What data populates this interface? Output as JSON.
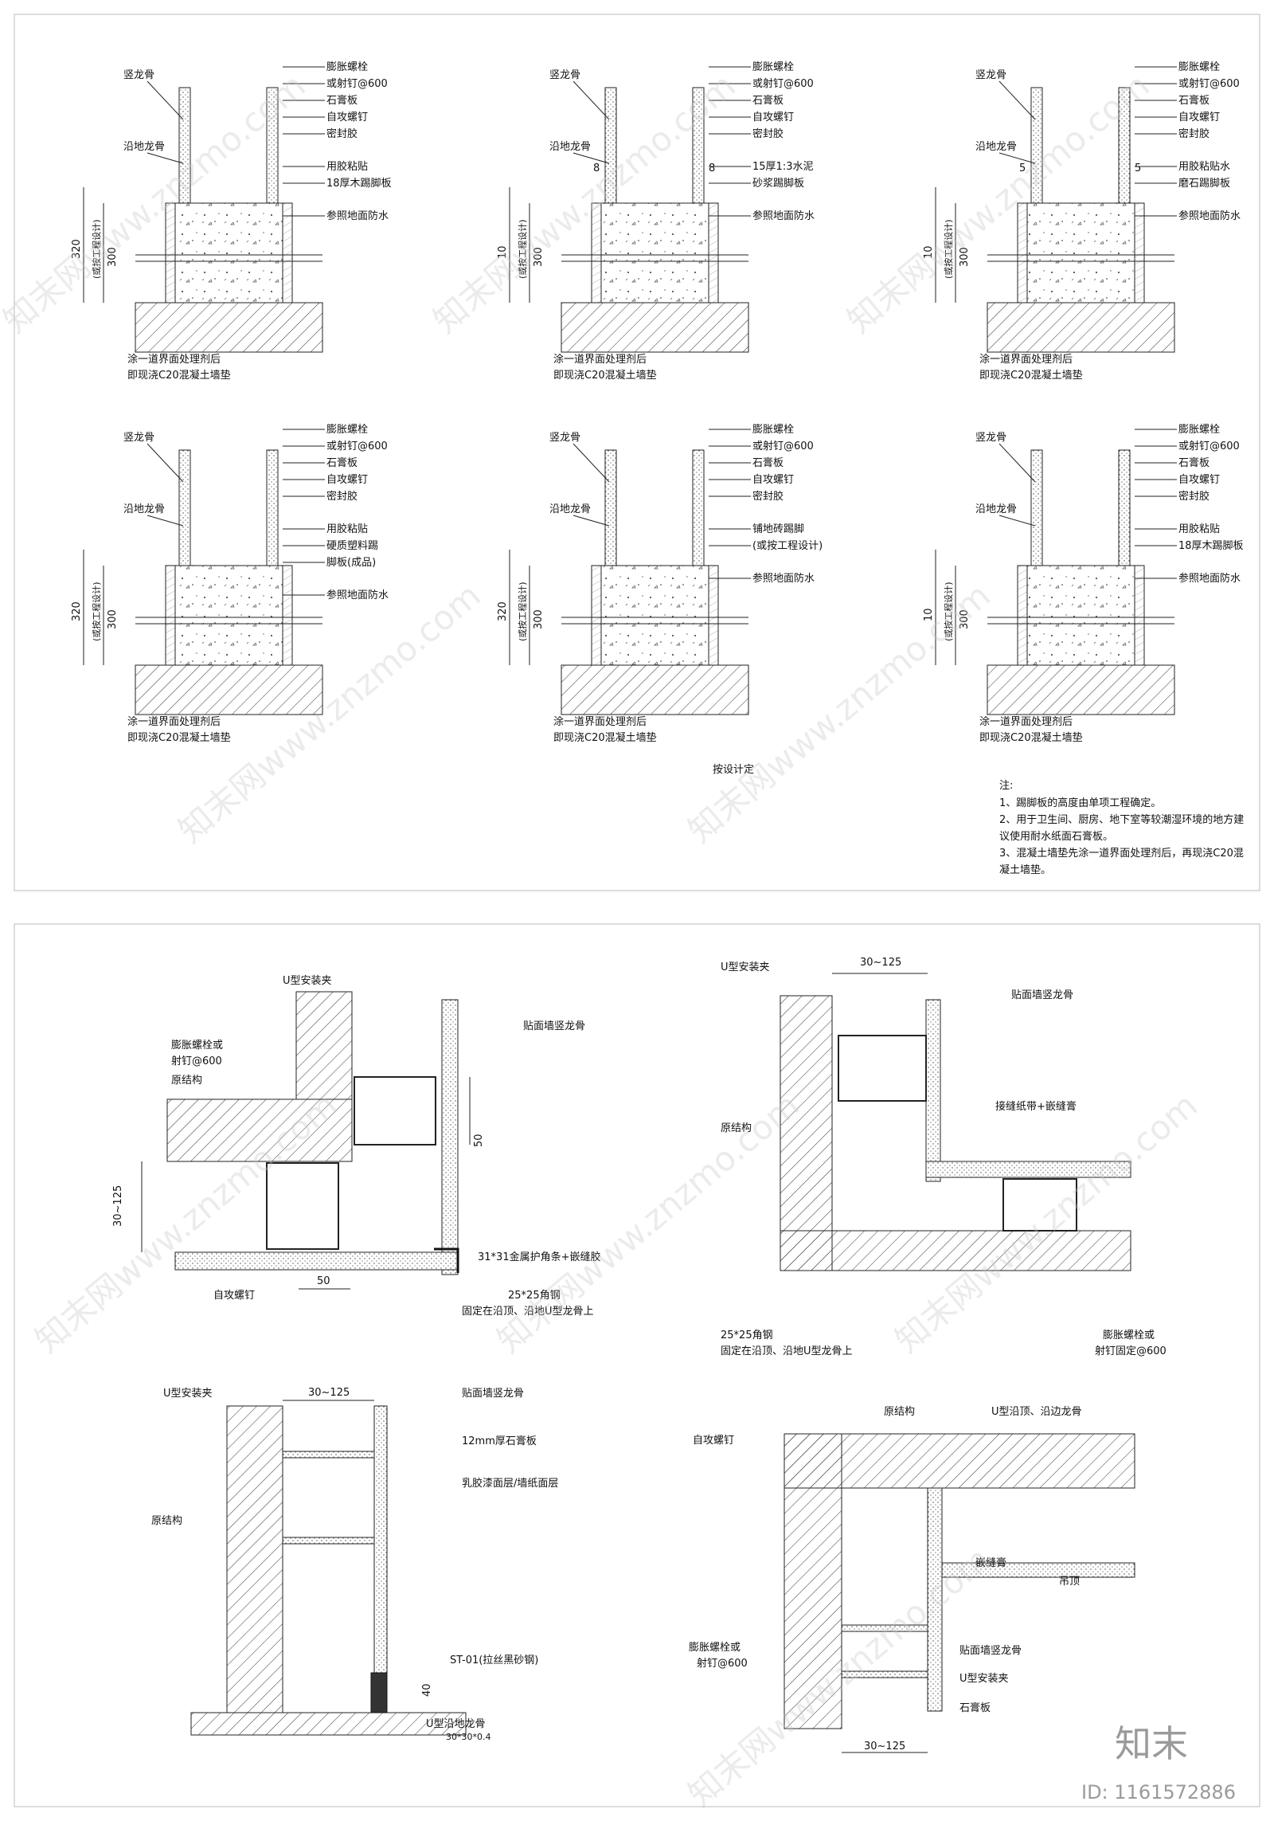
{
  "details": [
    {
      "labels_left": [
        "竖龙骨",
        "沿地龙骨"
      ],
      "labels_right": [
        "膨胀螺栓",
        "或射钉@600",
        "石膏板",
        "自攻螺钉",
        "密封胶",
        "用胶粘贴",
        "18厚木踢脚板",
        "参照地面防水"
      ],
      "labels_bottom": [
        "涂一道界面处理剂后",
        "即现浇C20混凝土墙垫"
      ],
      "dims": [
        "320",
        "300",
        "(或按工程设计)"
      ]
    },
    {
      "labels_left": [
        "竖龙骨",
        "沿地龙骨"
      ],
      "labels_right": [
        "膨胀螺栓",
        "或射钉@600",
        "石膏板",
        "自攻螺钉",
        "密封胶",
        "15厚1:3水泥",
        "砂浆踢脚板",
        "参照地面防水"
      ],
      "labels_bottom": [
        "涂一道界面处理剂后",
        "即现浇C20混凝土墙垫"
      ],
      "dims": [
        "10",
        "300",
        "(或按工程设计)",
        "8",
        "8"
      ]
    },
    {
      "labels_left": [
        "竖龙骨",
        "沿地龙骨"
      ],
      "labels_right": [
        "膨胀螺栓",
        "或射钉@600",
        "石膏板",
        "自攻螺钉",
        "密封胶",
        "用胶粘贴水",
        "磨石踢脚板",
        "参照地面防水"
      ],
      "labels_bottom": [
        "涂一道界面处理剂后",
        "即现浇C20混凝土墙垫"
      ],
      "dims": [
        "10",
        "300",
        "(或按工程设计)",
        "5",
        "5"
      ]
    },
    {
      "labels_left": [
        "竖龙骨",
        "沿地龙骨"
      ],
      "labels_right": [
        "膨胀螺栓",
        "或射钉@600",
        "石膏板",
        "自攻螺钉",
        "密封胶",
        "用胶粘贴",
        "硬质塑料踢",
        "脚板(成品)",
        "参照地面防水"
      ],
      "labels_bottom": [
        "涂一道界面处理剂后",
        "即现浇C20混凝土墙垫"
      ],
      "dims": [
        "320",
        "300",
        "(或按工程设计)"
      ]
    },
    {
      "labels_left": [
        "竖龙骨",
        "沿地龙骨"
      ],
      "labels_right": [
        "膨胀螺栓",
        "或射钉@600",
        "石膏板",
        "自攻螺钉",
        "密封胶",
        "铺地砖踢脚",
        "(或按工程设计)",
        "参照地面防水"
      ],
      "labels_bottom": [
        "涂一道界面处理剂后",
        "即现浇C20混凝土墙垫",
        "按设计定"
      ],
      "dims": [
        "320",
        "300",
        "(或按工程设计)"
      ]
    },
    {
      "labels_left": [
        "竖龙骨",
        "沿地龙骨"
      ],
      "labels_right": [
        "膨胀螺栓",
        "或射钉@600",
        "石膏板",
        "自攻螺钉",
        "密封胶",
        "用胶粘贴",
        "18厚木踢脚板",
        "参照地面防水"
      ],
      "labels_bottom": [
        "涂一道界面处理剂后",
        "即现浇C20混凝土墙垫"
      ],
      "dims": [
        "10",
        "300",
        "(或按工程设计)"
      ]
    }
  ],
  "notes": {
    "title": "注:",
    "lines": [
      "1、踢脚板的高度由单项工程确定。",
      "2、用于卫生间、厨房、地下室等较潮湿环境的地方建",
      "议使用耐水纸面石膏板。",
      "3、混凝土墙垫先涂一道界面处理剂后，再现浇C20混",
      "凝土墙垫。"
    ]
  },
  "lower_details": [
    {
      "labels": [
        "U型安装夹",
        "膨胀螺栓或",
        "射钉@600",
        "原结构",
        "贴面墙竖龙骨",
        "31*31金属护角条+嵌缝胶",
        "自攻螺钉",
        "25*25角钢",
        "固定在沿顶、沿地U型龙骨上"
      ],
      "dims": [
        "50",
        "30~125",
        "50"
      ]
    },
    {
      "labels": [
        "U型安装夹",
        "贴面墙竖龙骨",
        "原结构",
        "接缝纸带+嵌缝膏",
        "25*25角钢",
        "固定在沿顶、沿地U型龙骨上",
        "膨胀螺栓或",
        "射钉固定@600"
      ],
      "dims": [
        "30~125"
      ]
    },
    {
      "labels": [
        "U型安装夹",
        "贴面墙竖龙骨",
        "12mm厚石膏板",
        "乳胶漆面层/墙纸面层",
        "原结构",
        "ST-01(拉丝黑砂钢)",
        "U型沿地龙骨",
        "30*30*0.4"
      ],
      "dims": [
        "30~125",
        "40"
      ]
    },
    {
      "labels": [
        "原结构",
        "U型沿顶、沿边龙骨",
        "自攻螺钉",
        "嵌缝膏",
        "吊顶",
        "膨胀螺栓或",
        "射钉@600",
        "贴面墙竖龙骨",
        "U型安装夹",
        "石膏板"
      ],
      "dims": [
        "30~125"
      ]
    }
  ],
  "watermark": {
    "text": "知末网www.znzmo.com",
    "logo": "知末",
    "id": "ID: 1161572886"
  }
}
